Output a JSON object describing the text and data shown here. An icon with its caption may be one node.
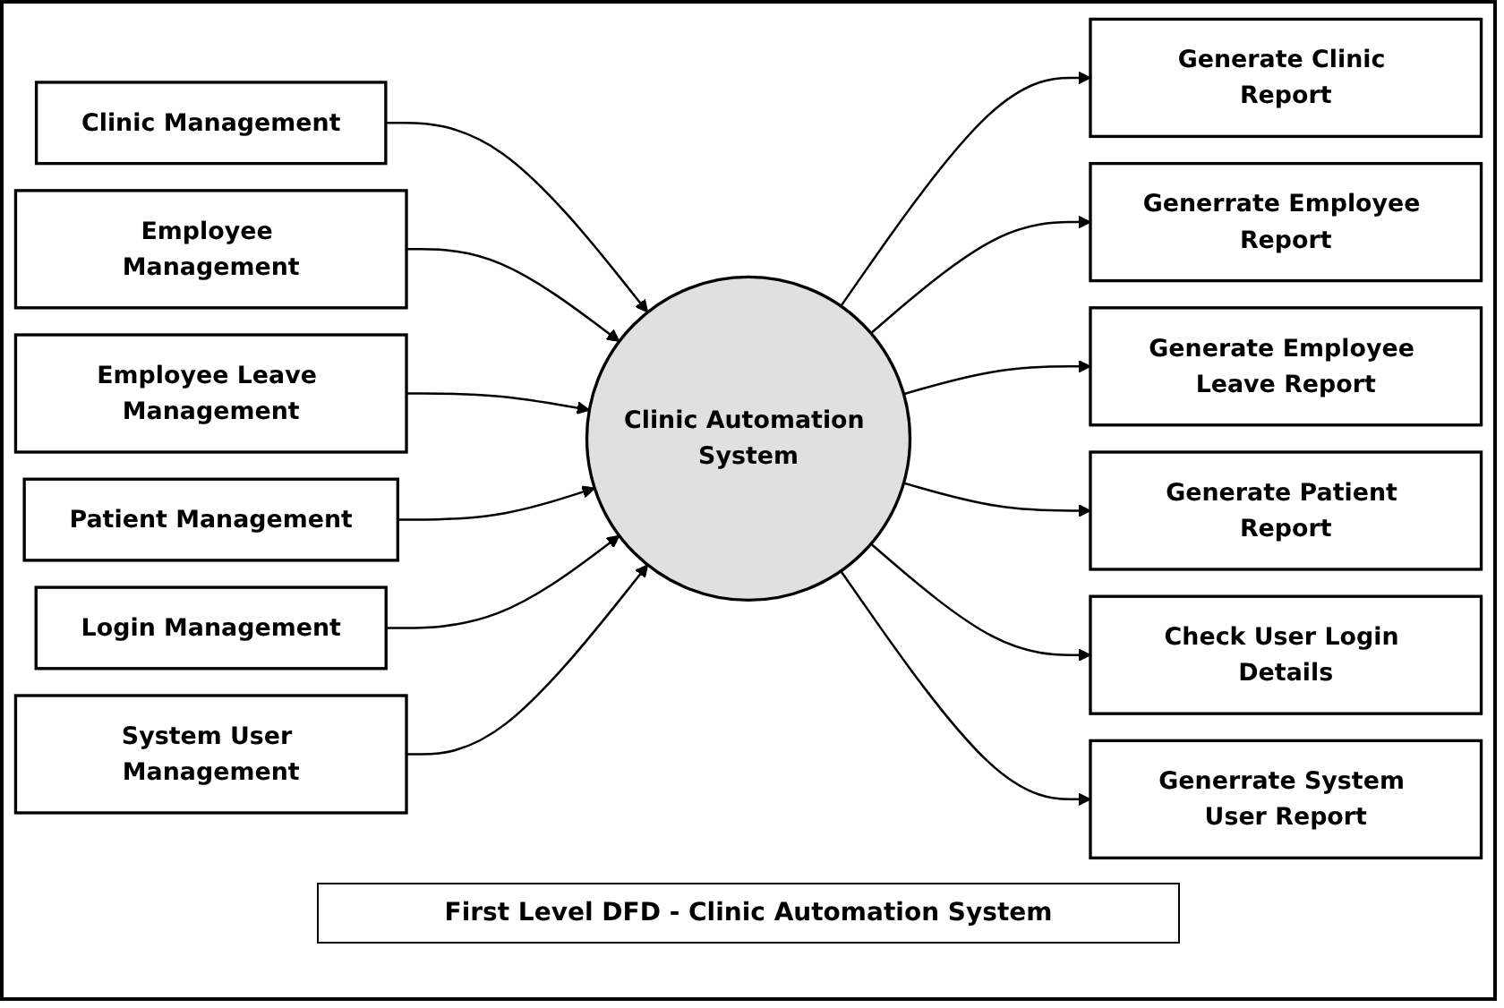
{
  "diagram": {
    "title": "First Level DFD - Clinic Automation System",
    "nodes": [
      {
        "text": [
          "Clinic Management"
        ]
      },
      {
        "text": [
          "Employee Management"
        ]
      },
      {
        "text": [
          "Employee Leave Management"
        ]
      },
      {
        "text": [
          "Patient Management"
        ]
      },
      {
        "text": [
          "Login Management"
        ]
      },
      {
        "text": [
          "System User Management"
        ]
      },
      {
        "text": [
          "Clinic Automation System"
        ]
      },
      {
        "text": [
          "Generate Clinic Report"
        ]
      },
      {
        "text": [
          "Generrate Employee Report"
        ]
      },
      {
        "text": [
          "Generate Employee Leave Report"
        ]
      },
      {
        "text": [
          "Generate Patient Report"
        ]
      },
      {
        "text": [
          "Check User Login Details"
        ]
      },
      {
        "text": [
          "Generrate System User Report"
        ]
      }
    ],
    "edges": [
      {
        "from": 0,
        "to": 6,
        "arrow": "to"
      },
      {
        "from": 1,
        "to": 6,
        "arrow": "to"
      },
      {
        "from": 2,
        "to": 6,
        "arrow": "to"
      },
      {
        "from": 3,
        "to": 6,
        "arrow": "to"
      },
      {
        "from": 4,
        "to": 6,
        "arrow": "to"
      },
      {
        "from": 5,
        "to": 6,
        "arrow": "to"
      },
      {
        "from": 6,
        "to": 7,
        "arrow": "to"
      },
      {
        "from": 6,
        "to": 8,
        "arrow": "to"
      },
      {
        "from": 6,
        "to": 9,
        "arrow": "to"
      },
      {
        "from": 6,
        "to": 10,
        "arrow": "to"
      },
      {
        "from": 6,
        "to": 11,
        "arrow": "to"
      },
      {
        "from": 6,
        "to": 12,
        "arrow": "to"
      }
    ]
  }
}
